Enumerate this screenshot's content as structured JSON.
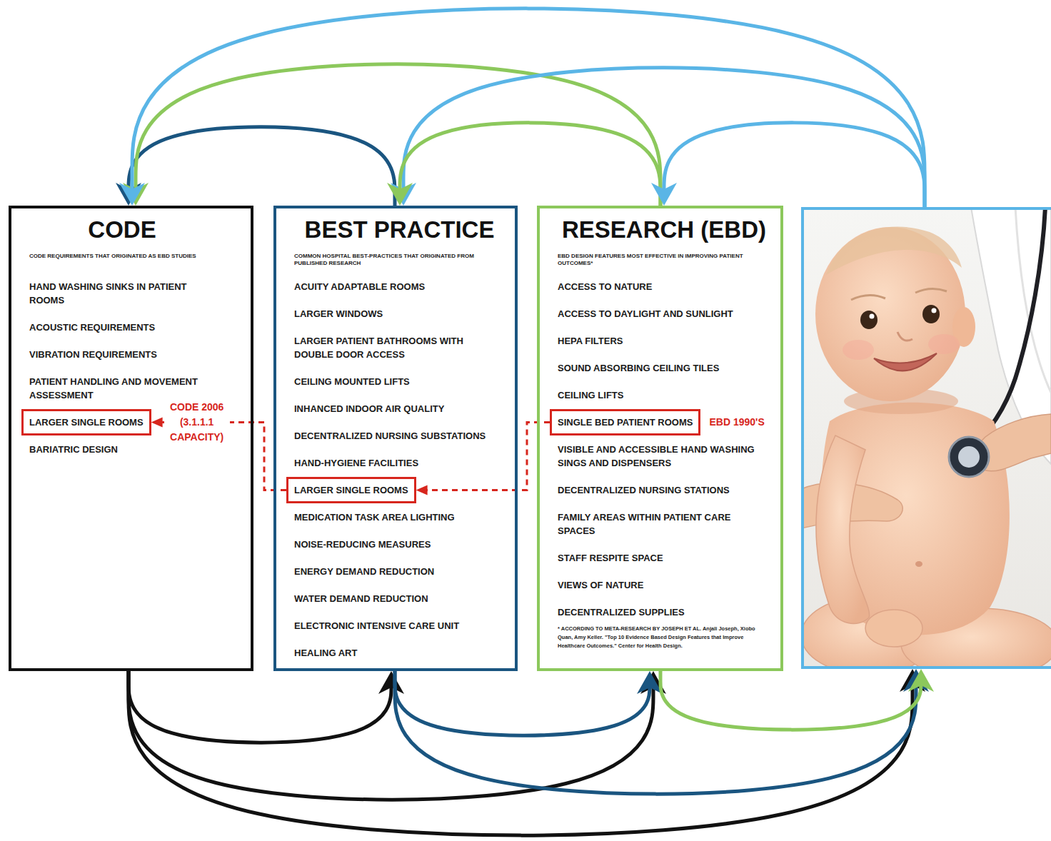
{
  "diagram": {
    "nodes": [
      {
        "text": [
          "CODE",
          "CODE REQUIREMENTS THAT ORIGINATED AS EBD STUDIES",
          "HAND WASHING SINKS IN PATIENT ROOMS",
          "ACOUSTIC REQUIREMENTS",
          "VIBRATION REQUIREMENTS",
          "PATIENT HANDLING AND MOVEMENT ASSESSMENT",
          "BARIATRIC DESIGN"
        ]
      },
      {
        "text": [
          "LARGER SINGLE ROOMS"
        ],
        "in": 0
      },
      {
        "text": [
          "BEST PRACTICE",
          "COMMON HOSPITAL BEST-PRACTICES THAT ORIGINATED FROM PUBLISHED RESEARCH",
          "ACUITY ADAPTABLE ROOMS",
          "LARGER WINDOWS",
          "LARGER PATIENT BATHROOMS WITH DOUBLE DOOR ACCESS",
          "CEILING MOUNTED LIFTS",
          "INHANCED INDOOR AIR QUALITY",
          "DECENTRALIZED NURSING SUBSTATIONS",
          "HAND-HYGIENE FACILITIES",
          "MEDICATION TASK AREA LIGHTING",
          "NOISE-REDUCING MEASURES",
          "ENERGY DEMAND REDUCTION",
          "WATER DEMAND REDUCTION",
          "ELECTRONIC INTENSIVE CARE UNIT",
          "HEALING ART"
        ]
      },
      {
        "text": [
          "LARGER SINGLE ROOMS"
        ],
        "in": 2
      },
      {
        "text": [
          "RESEARCH (EBD)",
          "EBD DESIGN FEATURES MOST EFFECTIVE IN IMPROVING PATIENT OUTCOMES*",
          "ACCESS TO NATURE",
          "ACCESS TO DAYLIGHT AND SUNLIGHT",
          "HEPA FILTERS",
          "SOUND ABSORBING CEILING TILES",
          "CEILING LIFTS",
          "VISIBLE AND ACCESSIBLE HAND WASHING SINGS AND DISPENSERS",
          "DECENTRALIZED NURSING STATIONS",
          "FAMILY AREAS WITHIN PATIENT CARE SPACES",
          "STAFF RESPITE SPACE",
          "VIEWS OF NATURE",
          "DECENTRALIZED SUPPLIES",
          "* ACCORDING TO META-RESEARCH BY JOSEPH ET AL. Anjali Joseph, Xiobo Quan, Amy Keller. \"Top 10 Evidence Based Design Features that Improve Healthcare Outcomes.\" Center for Health Design."
        ]
      },
      {
        "text": [
          "SINGLE BED PATIENT ROOMS"
        ],
        "in": 4
      },
      {
        "text": []
      }
    ],
    "edges": [
      {
        "from": 2,
        "to": 0,
        "arrow": "to"
      },
      {
        "from": 4,
        "to": 0,
        "arrow": "to"
      },
      {
        "from": 6,
        "to": 0,
        "arrow": "to"
      },
      {
        "from": 6,
        "to": 2,
        "arrow": "to"
      },
      {
        "from": 4,
        "to": 2,
        "arrow": "to"
      },
      {
        "from": 6,
        "to": 4,
        "arrow": "to"
      },
      {
        "from": 0,
        "to": 2,
        "arrow": "to"
      },
      {
        "from": 0,
        "to": 4,
        "arrow": "to"
      },
      {
        "from": 0,
        "to": 6,
        "arrow": "to"
      },
      {
        "from": 2,
        "to": 4,
        "arrow": "to"
      },
      {
        "from": 2,
        "to": 6,
        "arrow": "to"
      },
      {
        "from": 4,
        "to": 6,
        "arrow": "to"
      },
      {
        "from": 5,
        "to": 3,
        "arrow": "to"
      },
      {
        "from": 3,
        "to": 1,
        "arrow": "to"
      }
    ],
    "labels": [
      "CODE 2006 (3.1.1.1 CAPACITY)",
      "EBD 1990'S"
    ]
  }
}
